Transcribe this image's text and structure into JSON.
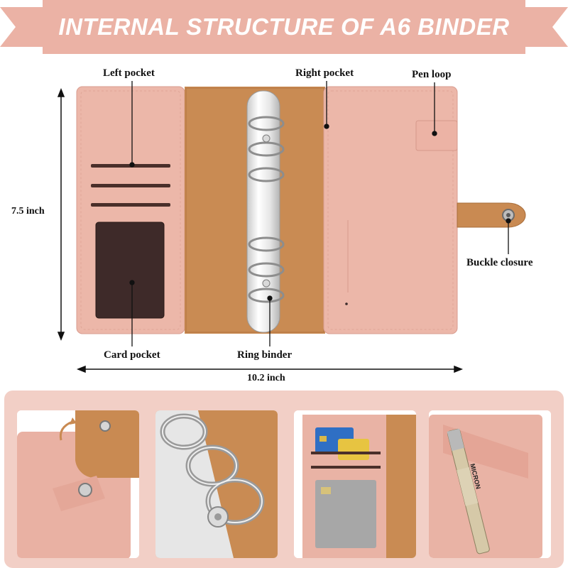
{
  "title": "INTERNAL STRUCTURE OF A6 BINDER",
  "labels": {
    "left_pocket": "Left pocket",
    "right_pocket": "Right pocket",
    "pen_loop": "Pen loop",
    "buckle_closure": "Buckle closure",
    "card_pocket": "Card pocket",
    "ring_binder": "Ring binder"
  },
  "dimensions": {
    "height": "7.5 inch",
    "width": "10.2 inch"
  },
  "detail_images": [
    {
      "name": "buckle-closeup"
    },
    {
      "name": "ring-closeup"
    },
    {
      "name": "card-slots-closeup"
    },
    {
      "name": "pen-loop-closeup"
    }
  ],
  "pen_text": "MICRON",
  "colors": {
    "banner": "#ebb2a5",
    "leather_pink": "#ecb6a8",
    "leather_tan": "#c98a52",
    "card_window": "#3f2b2b",
    "panel": "#f2cfc6"
  }
}
